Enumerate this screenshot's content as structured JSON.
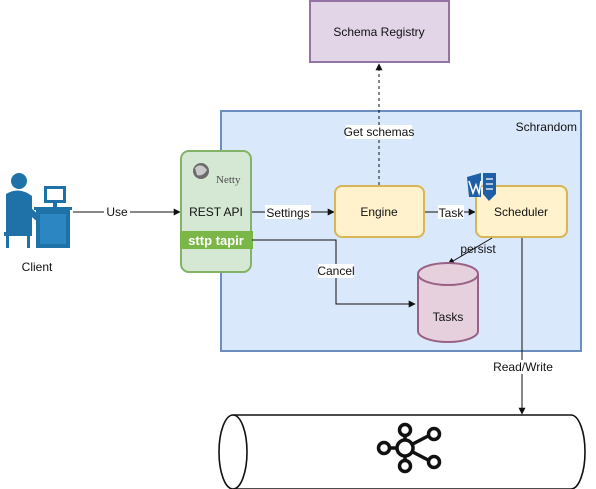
{
  "title": "",
  "colors": {
    "schema_registry_fill": "#e1d5e7",
    "schema_registry_stroke": "#9673a6",
    "container_fill": "#dae8fc",
    "container_stroke": "#6c8ebf",
    "api_fill": "#d5e8d4",
    "api_stroke": "#82b366",
    "sttp_tapir_fill": "#7ab648",
    "component_fill": "#fff2cc",
    "component_stroke": "#d6b656",
    "tasks_fill": "#e6d0de",
    "tasks_stroke": "#996185",
    "client_icon": "#1f72a8",
    "kafka_logo": "#111111"
  },
  "nodes": {
    "schema_registry": "Schema Registry",
    "container": "Schrandom",
    "client": "Client",
    "rest_api": "REST API",
    "netty_logo": "Netty",
    "sttp_tapir_logo": "sttp tapir",
    "engine": "Engine",
    "scheduler": "Scheduler",
    "tasks": "Tasks",
    "kafka": "kafka-logo-icon"
  },
  "edges": {
    "use": "Use",
    "settings": "Settings",
    "task": "Task",
    "get_schemas": "Get schemas",
    "persist": "persist",
    "cancel": "Cancel",
    "read_write": "Read/Write"
  }
}
